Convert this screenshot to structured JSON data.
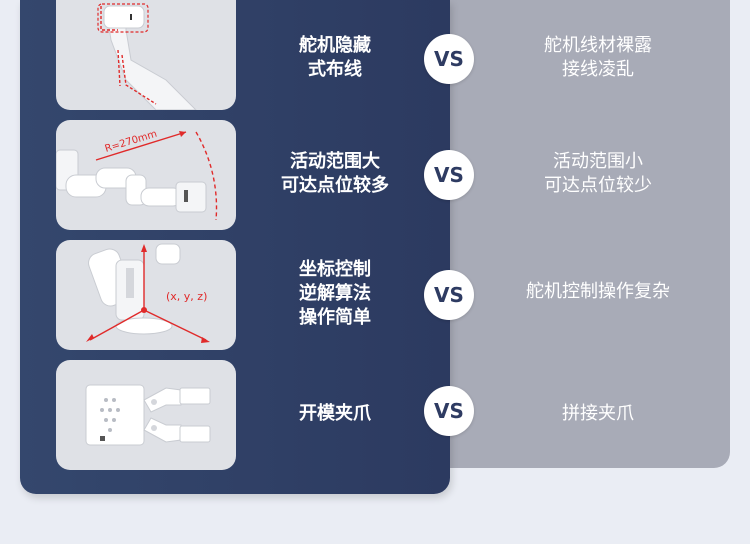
{
  "rows": [
    {
      "feature": "舵机隐藏\n式布线",
      "vs": "VS",
      "other": "舵机线材裸露\n接线凌乱",
      "image": "robot-arm-hidden-wiring-image"
    },
    {
      "feature": "活动范围大\n可达点位较多",
      "vs": "VS",
      "other": "活动范围小\n可达点位较少",
      "image": "robot-arm-reach-image",
      "annotation": "R=270mm"
    },
    {
      "feature": "坐标控制\n逆解算法\n操作简单",
      "vs": "VS",
      "other": "舵机控制操作复杂",
      "image": "robot-arm-coordinate-image",
      "annotation": "(x, y, z)"
    },
    {
      "feature": "开模夹爪",
      "vs": "VS",
      "other": "拼接夹爪",
      "image": "gripper-image"
    }
  ],
  "colors": {
    "left_panel": "#2f3f66",
    "right_panel": "#a8abb7",
    "accent_red": "#e02a2a"
  }
}
